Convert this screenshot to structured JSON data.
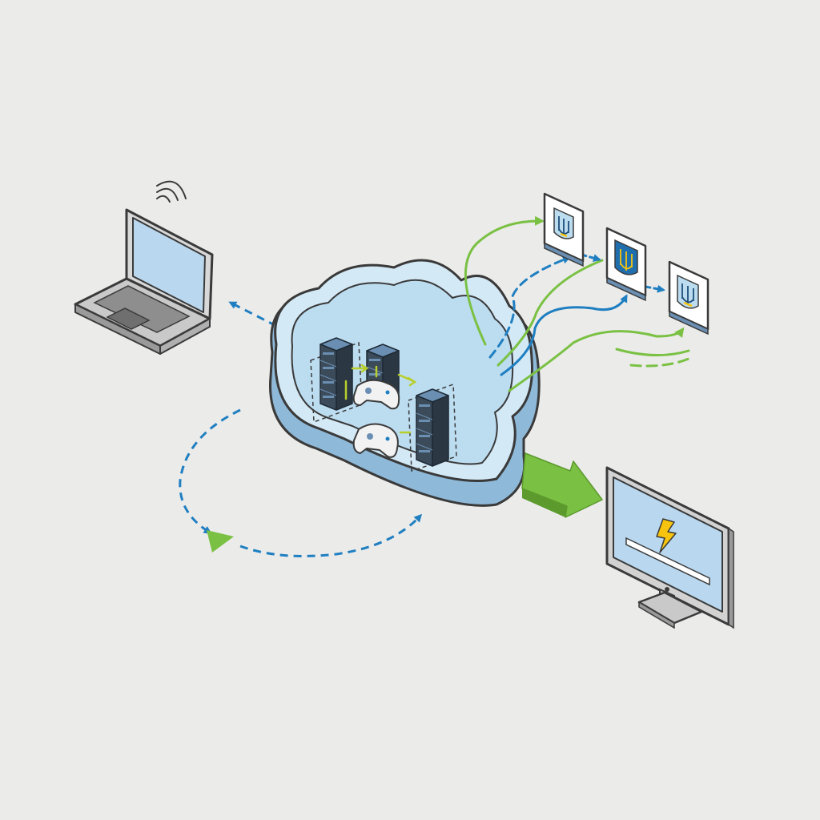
{
  "diagram": {
    "colors": {
      "background": "#ebebea",
      "outline": "#3a3a3a",
      "cloud_fill": "#bcdcf0",
      "cloud_shade": "#8fb9d8",
      "screen_fill": "#b9d8ef",
      "server_dark": "#3c4b5a",
      "server_light": "#6a8fb3",
      "accent_blue": "#1f7fc1",
      "accent_green": "#7ac143",
      "bolt_yellow": "#f6c40e",
      "device_gray": "#c9c9c9"
    },
    "nodes": [
      {
        "id": "laptop",
        "icon": "laptop-wifi-icon"
      },
      {
        "id": "cloud",
        "icon": "cloud-server-cluster-icon"
      },
      {
        "id": "monitor",
        "icon": "monitor-lightning-icon"
      },
      {
        "id": "emblem-1",
        "icon": "shield-trident-icon"
      },
      {
        "id": "emblem-2",
        "icon": "shield-trident-icon"
      },
      {
        "id": "emblem-3",
        "icon": "shield-trident-icon"
      }
    ],
    "edges": [
      {
        "from": "cloud",
        "to": "laptop",
        "style": "dashed",
        "color": "accent_blue"
      },
      {
        "from": "cloud",
        "to": "emblem-1",
        "style": "solid",
        "color": "accent_green"
      },
      {
        "from": "cloud",
        "to": "emblem-2",
        "style": "dashed",
        "color": "accent_blue"
      },
      {
        "from": "cloud",
        "to": "emblem-3",
        "style": "solid",
        "color": "accent_blue"
      },
      {
        "from": "cloud",
        "to": "emblem-3",
        "style": "solid",
        "color": "accent_green"
      },
      {
        "from": "cloud",
        "to": "monitor",
        "style": "block-arrow",
        "color": "accent_green"
      },
      {
        "from": "cloud",
        "to": "cloud",
        "style": "dashed-loop",
        "color": "accent_blue"
      }
    ]
  }
}
